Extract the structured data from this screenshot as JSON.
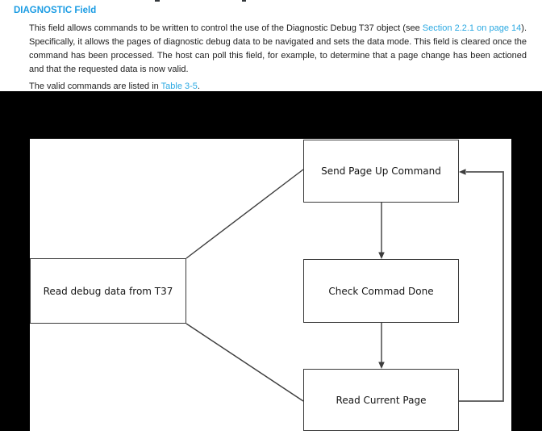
{
  "document": {
    "heading": "DIAGNOSTIC Field",
    "paragraph1": {
      "text_before_link": "This field allows commands to be written to control the use of the Diagnostic Debug T37 object (see ",
      "link": "Section 2.2.1 on page 14",
      "text_after_link": "). Specifically, it allows the pages of diagnostic debug data to be navigated and sets the data mode. This field is cleared once the command has been processed. The host can poll this field, for example, to determine that a page change has been actioned and that the requested data is now valid."
    },
    "paragraph2": {
      "text_before_link": "The valid commands are listed in ",
      "link": "Table 3-5",
      "text_after_link": "."
    },
    "colors": {
      "heading_blue": "#1b9ce3",
      "link_blue": "#2ba9e2",
      "body_text": "#1e1e1e"
    }
  },
  "diagram": {
    "frame_color": "#000000",
    "canvas_color": "#ffffff",
    "line_color": "#3d3d3d",
    "loop_color": "#545454",
    "boxes": [
      {
        "id": "read-debug-data",
        "label": "Read debug data from T37"
      },
      {
        "id": "send-page-up",
        "label": "Send Page Up Command"
      },
      {
        "id": "check-command-done",
        "label": "Check Commad Done"
      },
      {
        "id": "read-current-page",
        "label": "Read Current Page"
      }
    ]
  }
}
